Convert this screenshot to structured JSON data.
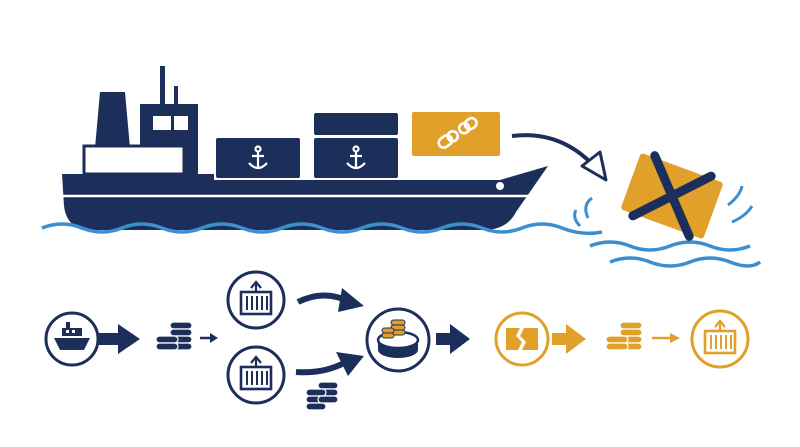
{
  "colors": {
    "navy": "#1b2f5a",
    "gold": "#e1a02a",
    "water": "#3b8fd0",
    "white": "#ffffff"
  },
  "scene": {
    "ship": {
      "containers": [
        {
          "id": "front-left",
          "icon": "anchor-icon",
          "color": "navy"
        },
        {
          "id": "front-right",
          "icon": "anchor-icon",
          "color": "navy"
        },
        {
          "id": "top-middle",
          "icon": "none",
          "color": "navy"
        },
        {
          "id": "top-right",
          "icon": "broken-chain-icon",
          "color": "gold"
        }
      ]
    },
    "overboard_container": {
      "icon": "x-mark-icon",
      "color": "gold"
    }
  },
  "flow": {
    "navy_nodes": [
      "ship-icon",
      "coin-stack-icon",
      "container-icon",
      "container-icon",
      "container-with-coins-icon"
    ],
    "gold_nodes": [
      "broken-container-icon",
      "coin-stack-icon",
      "container-icon"
    ]
  }
}
